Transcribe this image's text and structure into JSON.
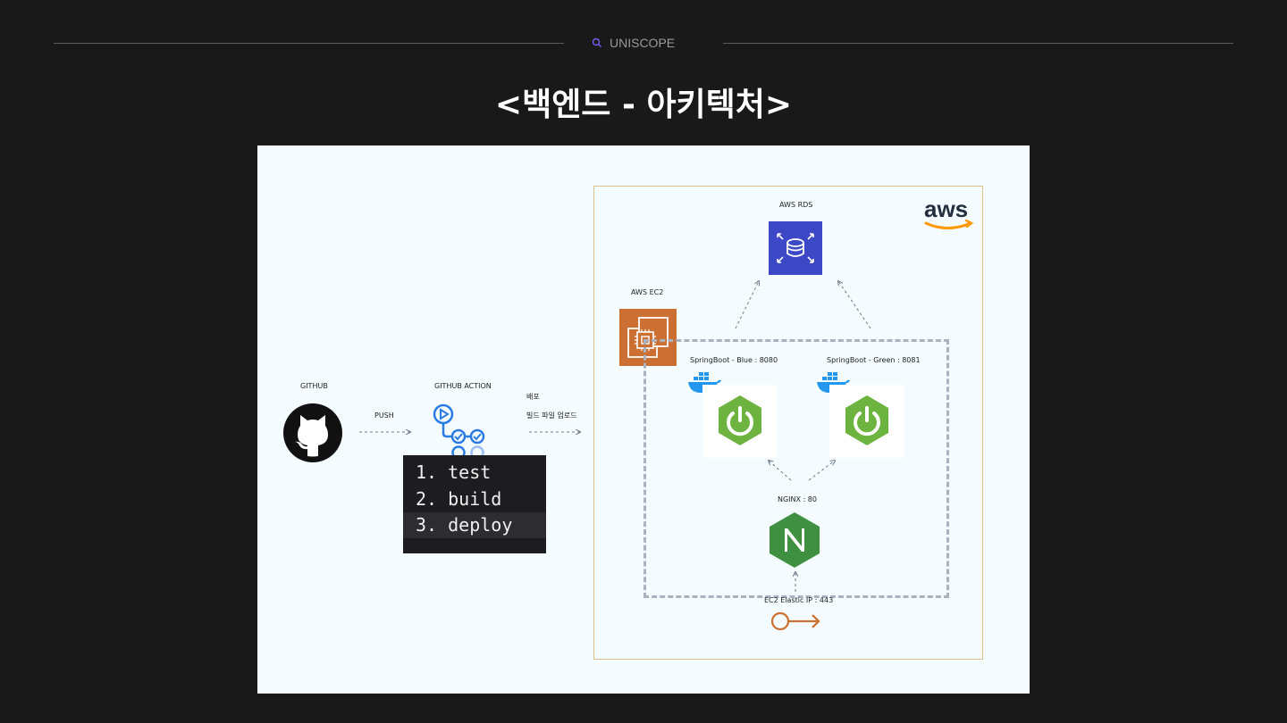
{
  "header": {
    "brand": "UNISCOPE",
    "title": "<백엔드 -  아키텍처>"
  },
  "diagram": {
    "github": "GITHUB",
    "push": "PUSH",
    "github_action": "GITHUB ACTION",
    "deploy": "배포",
    "upload": "빌드 파일 업로드",
    "aws_logo": "aws",
    "aws_rds": "AWS RDS",
    "aws_ec2": "AWS EC2",
    "sb_blue": "SpringBoot - Blue : 8080",
    "sb_green": "SpringBoot - Green : 8081",
    "nginx": "NGINX : 80",
    "elastic_ip": "EC2 Elastic IP : 443",
    "steps": [
      "1. test",
      "2. build",
      "3. deploy"
    ]
  },
  "colors": {
    "aws_orange": "#ff9900",
    "ec2": "#cc6f33",
    "rds": "#3c48c5",
    "spring": "#6db33f",
    "nginx": "#3f9141",
    "docker": "#2496ed"
  }
}
